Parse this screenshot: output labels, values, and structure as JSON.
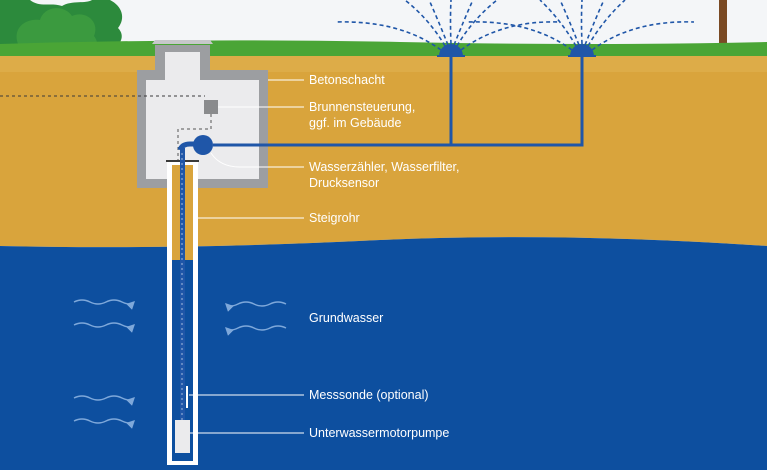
{
  "labels": {
    "betonschacht": "Betonschacht",
    "brunnensteuerung_1": "Brunnensteuerung,",
    "brunnensteuerung_2": "ggf. im Gebäude",
    "wasserzaehler_1": "Wasserzähler, Wasserfilter,",
    "wasserzaehler_2": "Drucksensor",
    "steigrohr": "Steigrohr",
    "grundwasser": "Grundwasser",
    "messsonde": "Messsonde (optional)",
    "pumpe": "Unterwassermotorpumpe"
  },
  "colors": {
    "sky": "#f4f6f8",
    "grass": "#4aa536",
    "tree": "#2c8a3c",
    "soil": "#d9a43c",
    "soil_light": "#e2b453",
    "water": "#0d4f9f",
    "pipe": "#1f56a8",
    "concrete": "#9c9ea1",
    "shaft_inner": "#ebebed",
    "label_line": "#ffffff"
  },
  "icons": {
    "sprinkler_1": "sprinkler-icon",
    "sprinkler_2": "sprinkler-icon",
    "flow_arrows": "wave-arrow-icon"
  }
}
